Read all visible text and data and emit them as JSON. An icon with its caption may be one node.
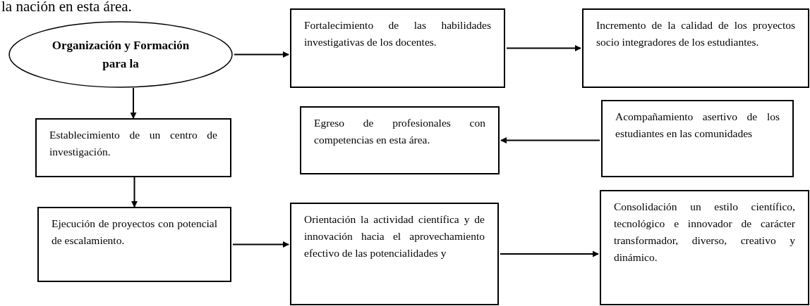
{
  "diagram": {
    "nodes": [
      {
        "text": [
          "Organización y Formación para la"
        ]
      },
      {
        "text": [
          "Fortalecimiento de las habilidades investigativas de los docentes."
        ]
      },
      {
        "text": [
          "Incremento de la calidad de los proyectos socio integradores de los estudiantes."
        ]
      },
      {
        "text": [
          "Establecimiento de un centro de investigación."
        ]
      },
      {
        "text": [
          "Egreso de profesionales con competencias en esta área."
        ]
      },
      {
        "text": [
          "Acompañamiento asertivo de los estudiantes en las comunidades"
        ]
      },
      {
        "text": [
          "Ejecución de proyectos con potencial de escalamiento."
        ]
      },
      {
        "text": [
          "Orientación la actividad científica y de innovación hacia el aprovechamiento efectivo de las potencialidades y"
        ]
      },
      {
        "text": [
          "Consolidación un estilo científico, tecnológico e innovador de carácter transformador, diverso, creativo y dinámico."
        ]
      }
    ],
    "edges": [
      {
        "from": 0,
        "to": 1,
        "arrow": "to"
      },
      {
        "from": 1,
        "to": 2,
        "arrow": "to"
      },
      {
        "from": 0,
        "to": 3,
        "arrow": "to"
      },
      {
        "from": 3,
        "to": 6,
        "arrow": "to"
      },
      {
        "from": 5,
        "to": 4,
        "arrow": "to"
      },
      {
        "from": 6,
        "to": 7,
        "arrow": "to"
      },
      {
        "from": 7,
        "to": 8,
        "arrow": "to"
      }
    ],
    "labels": [
      "la nación en esta área."
    ]
  }
}
